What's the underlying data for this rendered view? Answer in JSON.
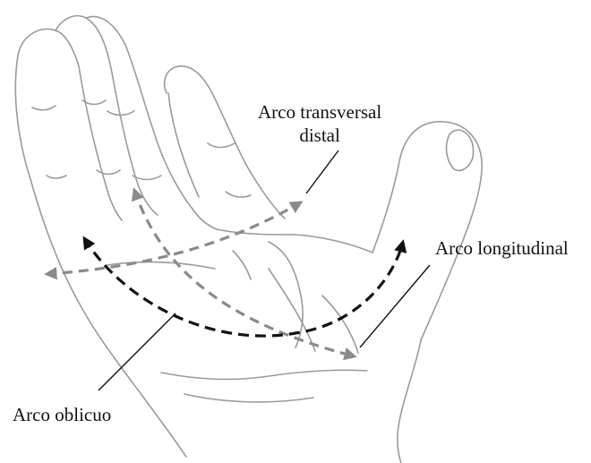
{
  "labels": {
    "transversal_line1": "Arco transversal",
    "transversal_line2": "distal",
    "longitudinal": "Arco longitudinal",
    "oblicuo": "Arco oblicuo"
  },
  "colors": {
    "outline": "#9a9a9a",
    "grey_arch": "#8a8a8a",
    "black_arch": "#111111",
    "leader": "#111111"
  }
}
